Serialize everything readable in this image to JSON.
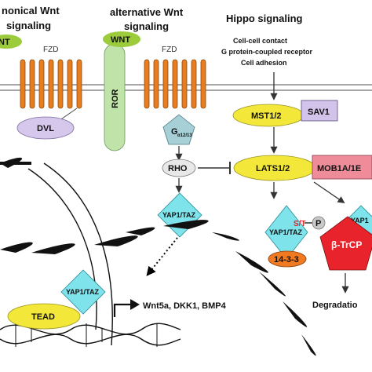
{
  "headers": {
    "canonical_line1": "nonical Wnt",
    "canonical_line2": "signaling",
    "alternative_line1": "alternative Wnt",
    "alternative_line2": "signaling",
    "hippo": "Hippo signaling"
  },
  "hippo_inputs": [
    "Cell-cell contact",
    "G protein-coupled receptor",
    "Cell adhesion"
  ],
  "labels": {
    "wnt_left": "NT",
    "fzd_left": "FZD",
    "dvl": "DVL",
    "wnt_mid": "WNT",
    "ror": "ROR",
    "fzd_mid": "FZD",
    "g_main": "G",
    "g_sub": "α12/13",
    "rho": "RHO",
    "yap_taz_left": "YAP1/TAZ",
    "mst": "MST1/2",
    "sav1": "SAV1",
    "lats": "LATS1/2",
    "mob": "MOB1A/1E",
    "yap_taz_mid": "YAP1/TAZ",
    "st": "S/T",
    "p": "P",
    "f1433": "14-3-3",
    "yap_right": "YAP1",
    "btrcp": "β-TrCP",
    "degradation": "Degradatio",
    "yap_taz_nucleus": "YAP1/TAZ",
    "tead": "TEAD",
    "targets": "Wnt5a, DKK1, BMP4"
  },
  "colors": {
    "membrane": "#8a8a8a",
    "fzd": "#e87d1e",
    "wnt": "#9ccc3c",
    "ror": "#bfe3a8",
    "dvl": "#d6c8ec",
    "g_protein": "#a7cfd6",
    "rho": "#e8e8e8",
    "yap_taz": "#7fe3ec",
    "mst": "#f3e83a",
    "sav1": "#d2c3ea",
    "lats": "#f3e83a",
    "mob": "#ee8c9a",
    "f1433": "#f07a22",
    "btrcp": "#e8232b",
    "tead": "#f3e83a",
    "nucleus_line": "#111111"
  }
}
